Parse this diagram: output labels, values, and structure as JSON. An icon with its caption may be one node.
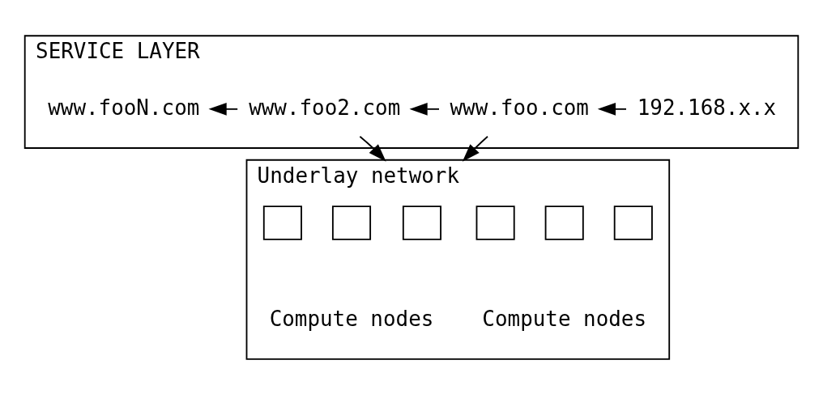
{
  "diagram": {
    "nodes": [
      {
        "text": [
          "SERVICE LAYER"
        ]
      },
      {
        "text": [
          "192.168.x.x"
        ],
        "in": 0
      },
      {
        "text": [
          "www.foo.com"
        ],
        "in": 0
      },
      {
        "text": [
          "www.foo2.com"
        ],
        "in": 0
      },
      {
        "text": [
          "www.fooN.com"
        ],
        "in": 0
      },
      {
        "text": [
          "Underlay network"
        ]
      },
      {
        "text": [],
        "shape": "box",
        "in": 5
      },
      {
        "text": [],
        "shape": "box",
        "in": 5
      },
      {
        "text": [],
        "shape": "box",
        "in": 5
      },
      {
        "text": [],
        "shape": "box",
        "in": 5
      },
      {
        "text": [],
        "shape": "box",
        "in": 5
      },
      {
        "text": [],
        "shape": "box",
        "in": 5
      }
    ],
    "edges": [
      {
        "from": 1,
        "to": 2,
        "arrow": "to"
      },
      {
        "from": 2,
        "to": 3,
        "arrow": "to"
      },
      {
        "from": 3,
        "to": 4,
        "arrow": "to"
      },
      {
        "from": 2,
        "to": 5,
        "arrow": "to"
      },
      {
        "from": 3,
        "to": 5,
        "arrow": "to"
      }
    ],
    "labels": [
      "Compute nodes",
      "Compute nodes"
    ]
  }
}
